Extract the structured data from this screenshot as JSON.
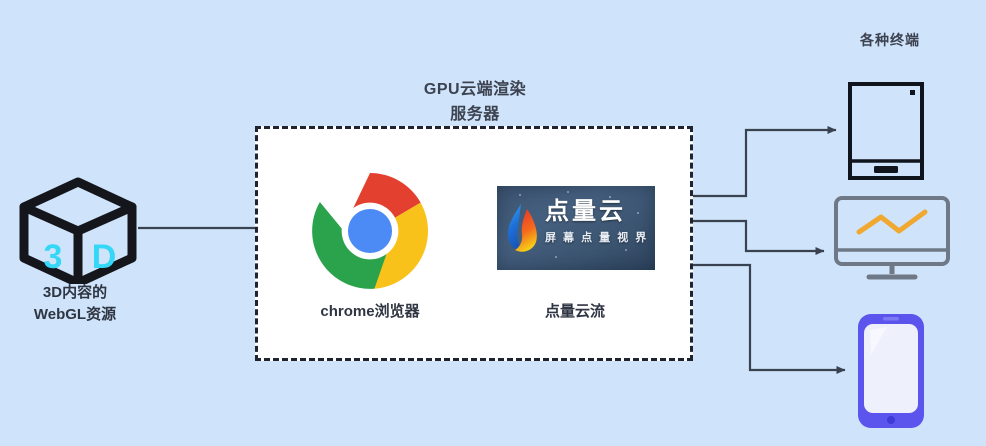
{
  "diagram": {
    "title_alt": "GPU云端渲染服务器架构图",
    "background_color": "#cfe4fa",
    "connector_color": "#3a4151"
  },
  "source": {
    "icon": "cube-3d-icon",
    "cube_face_left_text": "3",
    "cube_face_right_text": "D",
    "cube_text_color": "#35d7f7",
    "cube_outline_color": "#14161c",
    "label_line1": "3D内容的",
    "label_line2": "WebGL资源"
  },
  "server": {
    "title_line1": "GPU云端渲染",
    "title_line2": "服务器",
    "border_style": "dashed",
    "border_color": "#1f2430",
    "fill_color": "#ffffff",
    "nodes": [
      {
        "id": "chrome",
        "icon": "chrome-logo-icon",
        "label": "chrome浏览器",
        "colors": {
          "red": "#e3402f",
          "green": "#2ba24c",
          "yellow": "#f9c21b",
          "blue": "#4c8bf5",
          "white": "#ffffff"
        }
      },
      {
        "id": "dianliangyun",
        "icon": "dianliangyun-logo-card",
        "brand_main": "点量云",
        "brand_tagline": "屏 幕 点 量 视 界",
        "label": "点量云流",
        "colors": {
          "card_bg": "#3d5572",
          "flame_blue": "#1e6ed8",
          "flame_red": "#e8342a",
          "flame_orange": "#f68b1f",
          "flame_yellow": "#f7d417",
          "text": "#ffffff"
        }
      }
    ]
  },
  "terminals": {
    "title": "各种终端",
    "devices": [
      {
        "id": "tablet",
        "name": "tablet-device-icon",
        "outline_color": "#10141c",
        "screen_color": "#cfe4fa"
      },
      {
        "id": "monitor",
        "name": "monitor-device-icon",
        "outline_color": "#6f7886",
        "screen_color": "#cfe4fa",
        "chart_line_color": "#f0a830"
      },
      {
        "id": "phone",
        "name": "phone-device-icon",
        "body_color": "#5b55ee",
        "screen_color": "#eef0fb"
      }
    ]
  },
  "connectors": [
    {
      "id": "source-to-chrome",
      "from": "3D内容的WebGL资源",
      "to": "chrome浏览器",
      "style": "straight-arrow"
    },
    {
      "id": "chrome-to-dly",
      "from": "chrome浏览器",
      "to": "点量云流",
      "style": "straight-arrow"
    },
    {
      "id": "dly-to-tablet",
      "from": "点量云流",
      "to": "tablet",
      "style": "elbow-arrow"
    },
    {
      "id": "dly-to-monitor",
      "from": "点量云流",
      "to": "monitor",
      "style": "elbow-arrow"
    },
    {
      "id": "dly-to-phone",
      "from": "点量云流",
      "to": "phone",
      "style": "elbow-arrow"
    }
  ]
}
